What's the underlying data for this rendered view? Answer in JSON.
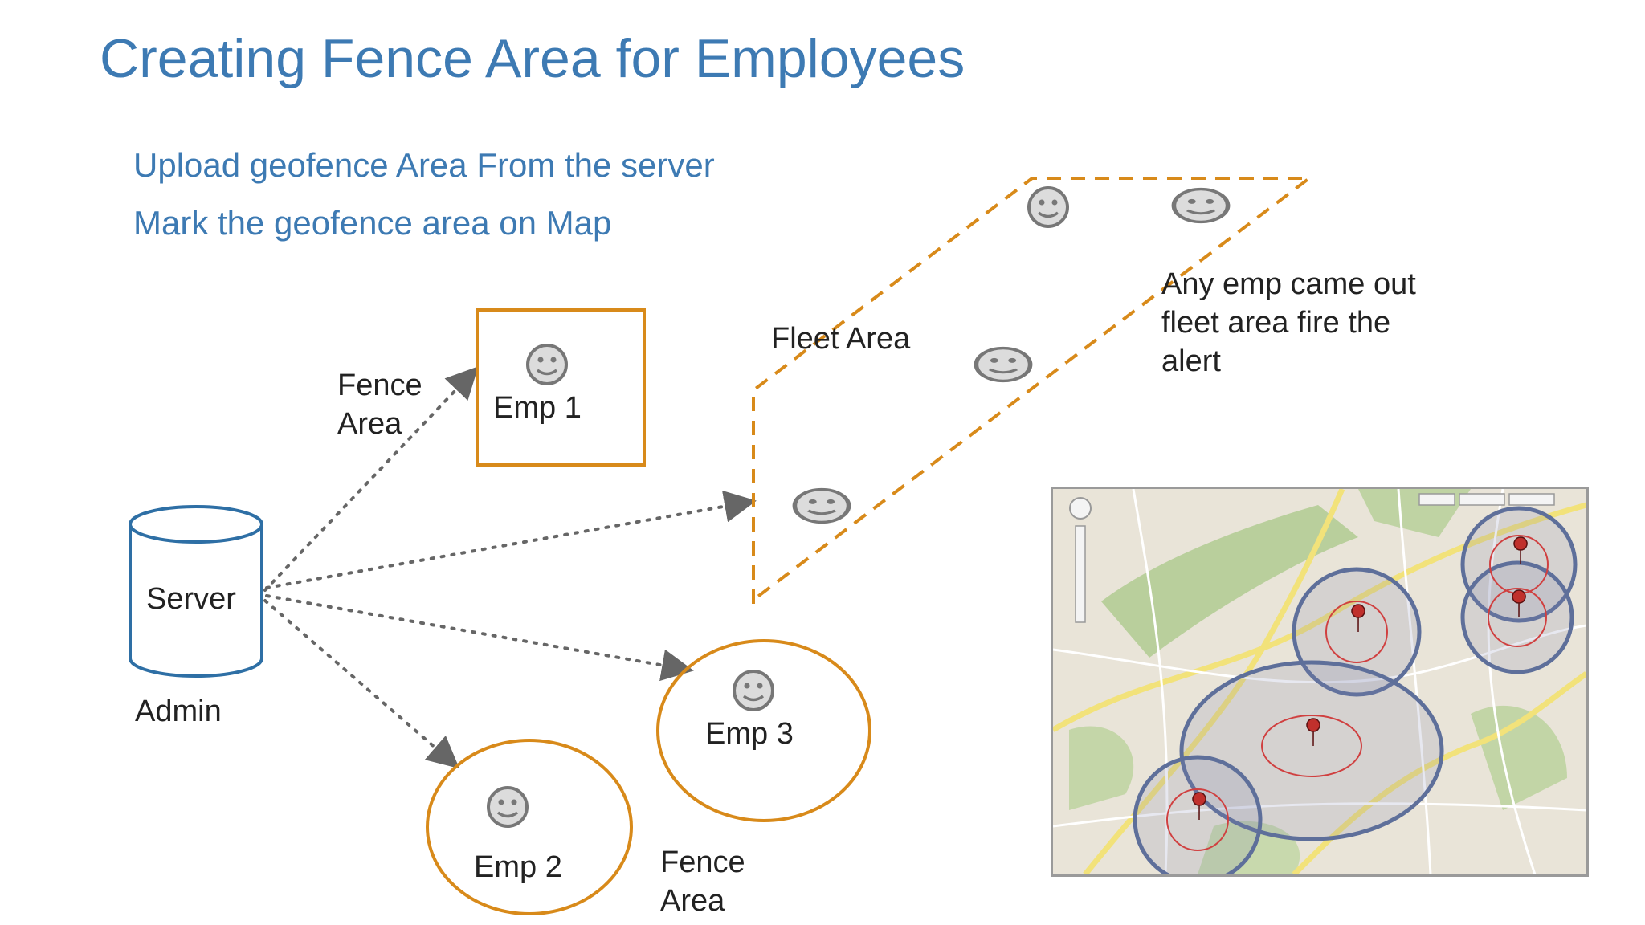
{
  "title": "Creating Fence Area for Employees",
  "bullets": [
    "Upload geofence Area From the server",
    "Mark the geofence area on Map"
  ],
  "server": {
    "label": "Server",
    "role": "Admin"
  },
  "fence_labels": {
    "emp1": [
      "Fence",
      "Area"
    ],
    "emp3": [
      "Fence",
      "Area"
    ]
  },
  "employees": {
    "emp1": "Emp 1",
    "emp2": "Emp 2",
    "emp3": "Emp 3"
  },
  "fleet": {
    "label": "Fleet Area",
    "alert": [
      "Any emp came out",
      "fleet area fire the",
      "alert"
    ]
  },
  "icons": {
    "face": "smiley-face-icon",
    "server": "database-cylinder-icon",
    "pin": "map-pin-icon"
  },
  "colors": {
    "title": "#3d7ab3",
    "fence": "#d88a1a",
    "server": "#2e6fa5",
    "arrow": "#666666",
    "face": "#888888"
  }
}
